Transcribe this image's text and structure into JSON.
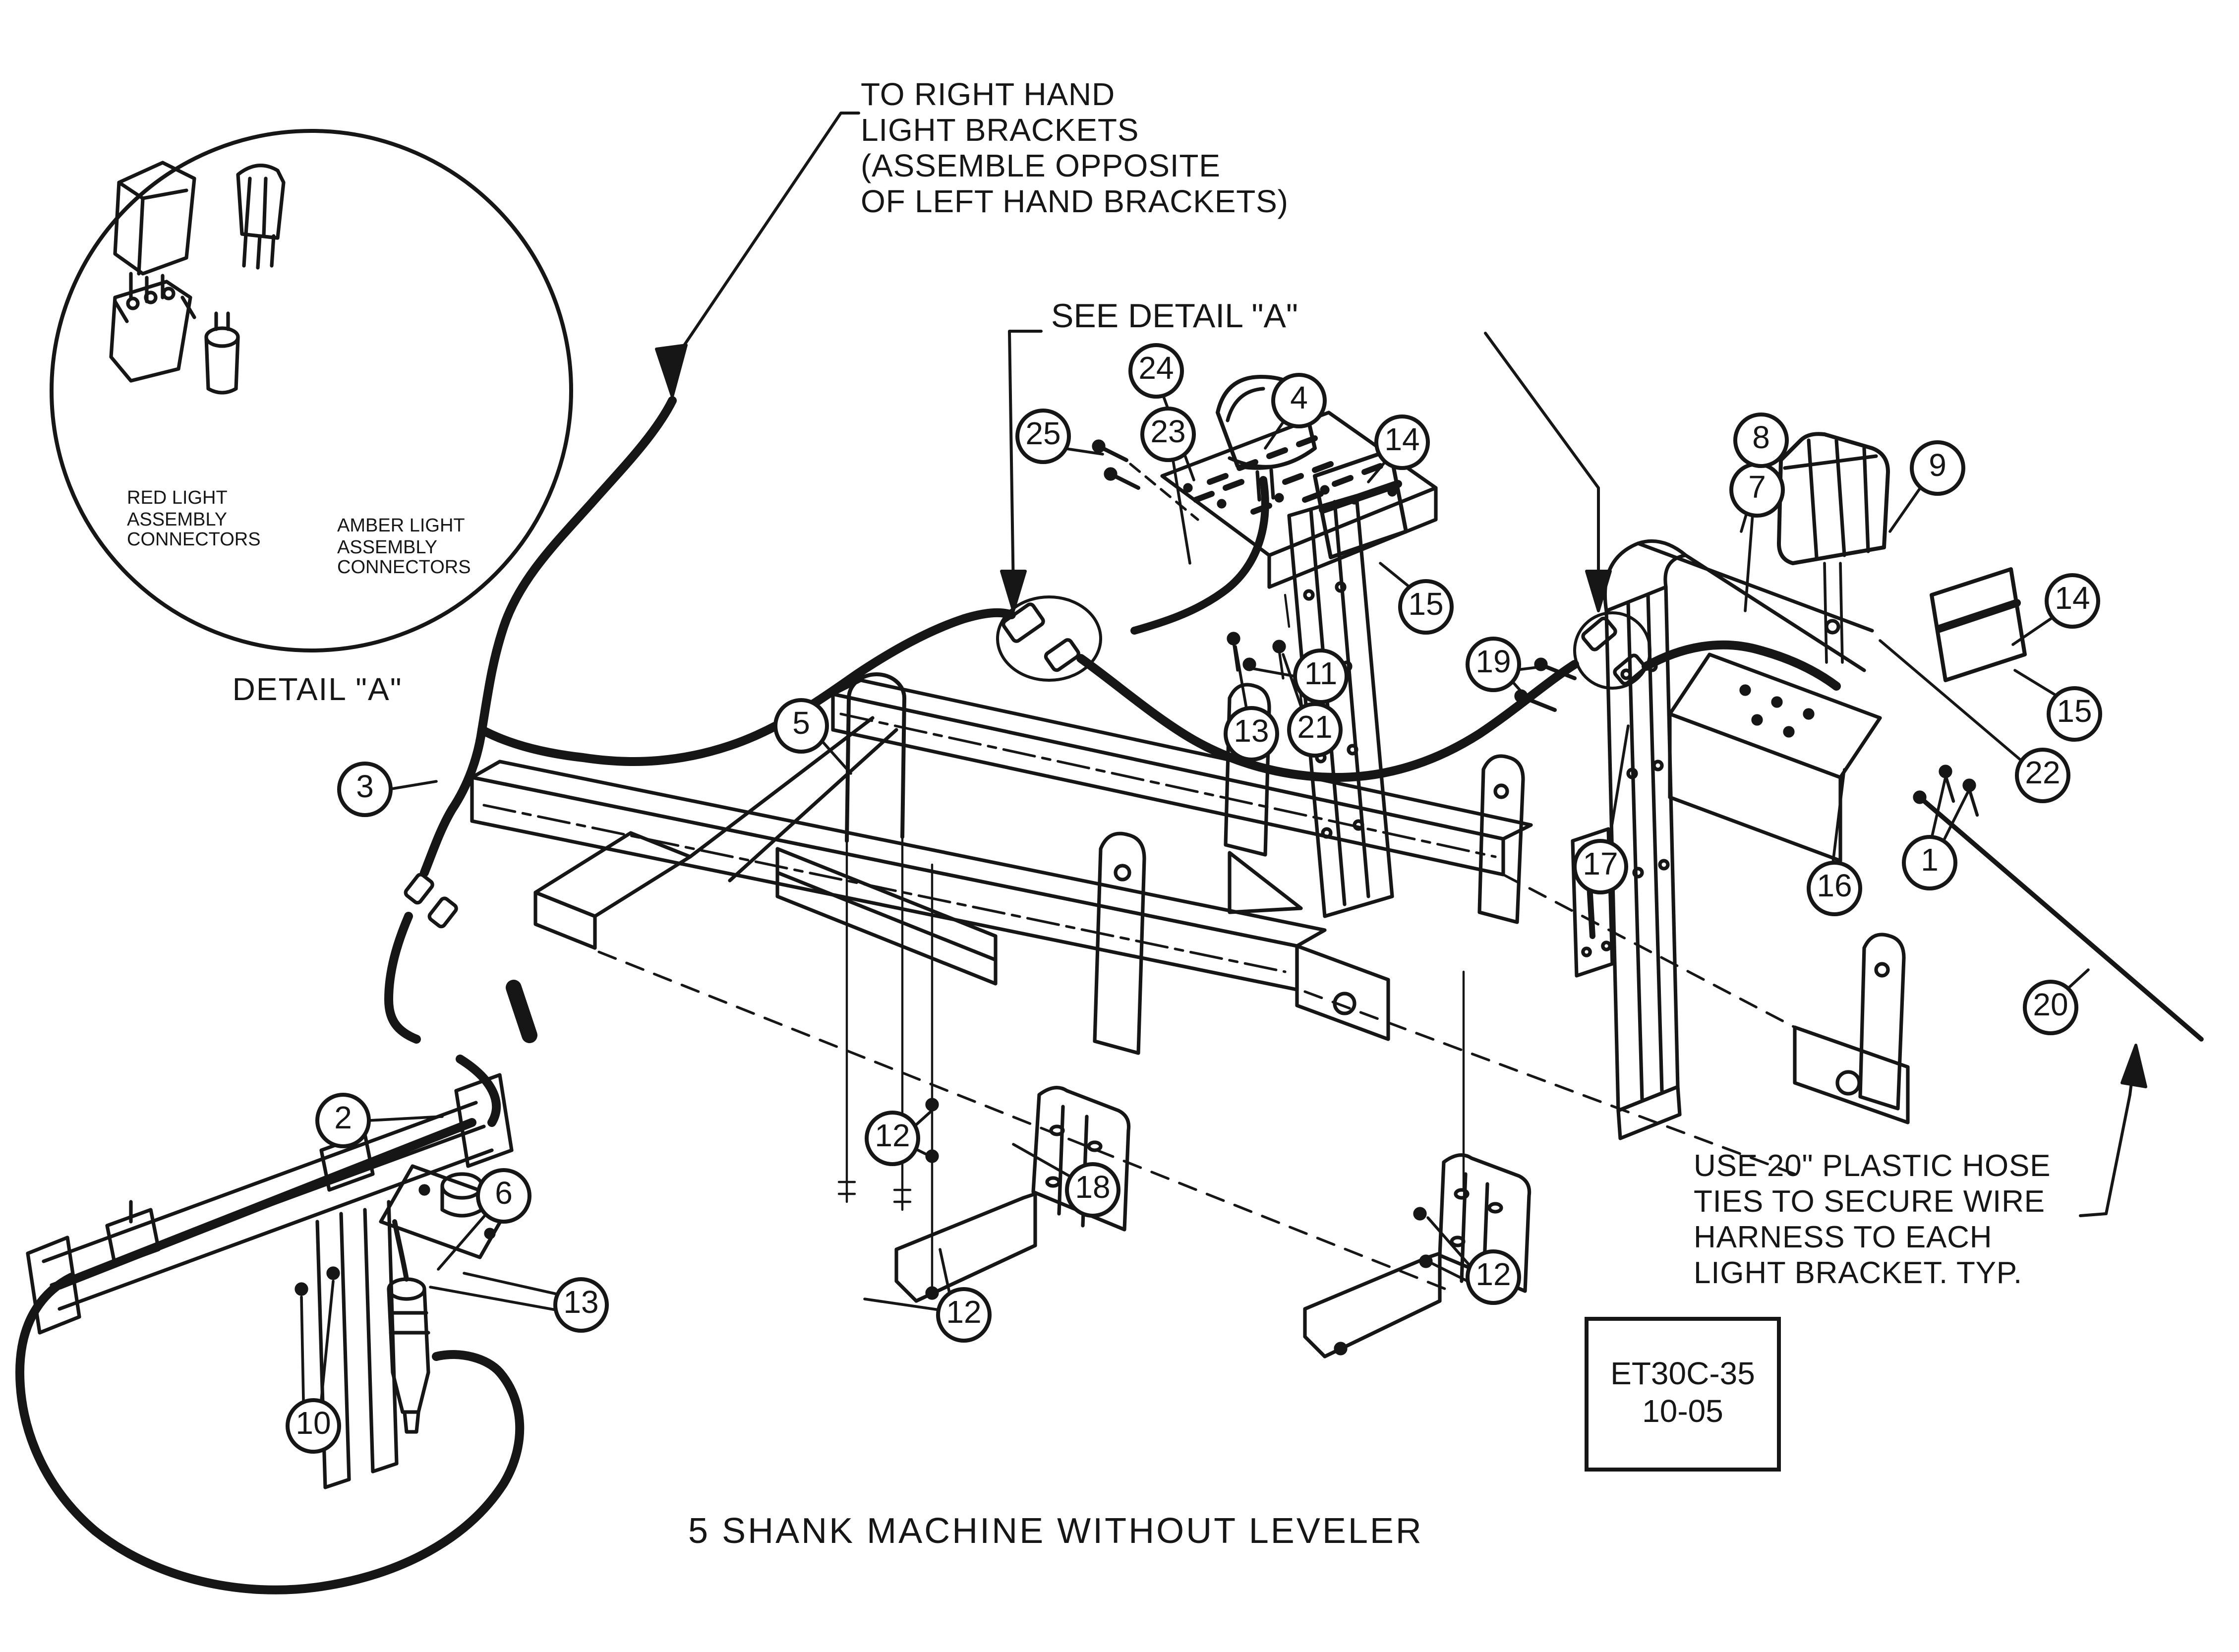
{
  "page": {
    "background": "#ffffff",
    "ink": "#161616"
  },
  "title": "5 SHANK MACHINE WITHOUT LEVELER",
  "doc_box": {
    "model": "ET30C-35",
    "date": "10-05"
  },
  "detail_view": {
    "label": "DETAIL \"A\"",
    "red_label": "RED LIGHT\nASSEMBLY\nCONNECTORS",
    "amber_label": "AMBER LIGHT\nASSEMBLY\nCONNECTORS"
  },
  "notes": {
    "right_hand": "TO RIGHT HAND\nLIGHT BRACKETS\n(ASSEMBLE OPPOSITE\nOF LEFT HAND BRACKETS)",
    "see_detail": "SEE DETAIL \"A\"",
    "hose_ties": "USE 20\" PLASTIC HOSE\nTIES TO SECURE WIRE\nHARNESS TO EACH\nLIGHT BRACKET.  TYP."
  },
  "callouts": [
    "1",
    "2",
    "3",
    "4",
    "5",
    "6",
    "7",
    "8",
    "9",
    "10",
    "11",
    "12",
    "12",
    "12",
    "13",
    "13",
    "14",
    "14",
    "15",
    "15",
    "16",
    "17",
    "18",
    "19",
    "20",
    "21",
    "22",
    "23",
    "24",
    "25"
  ]
}
